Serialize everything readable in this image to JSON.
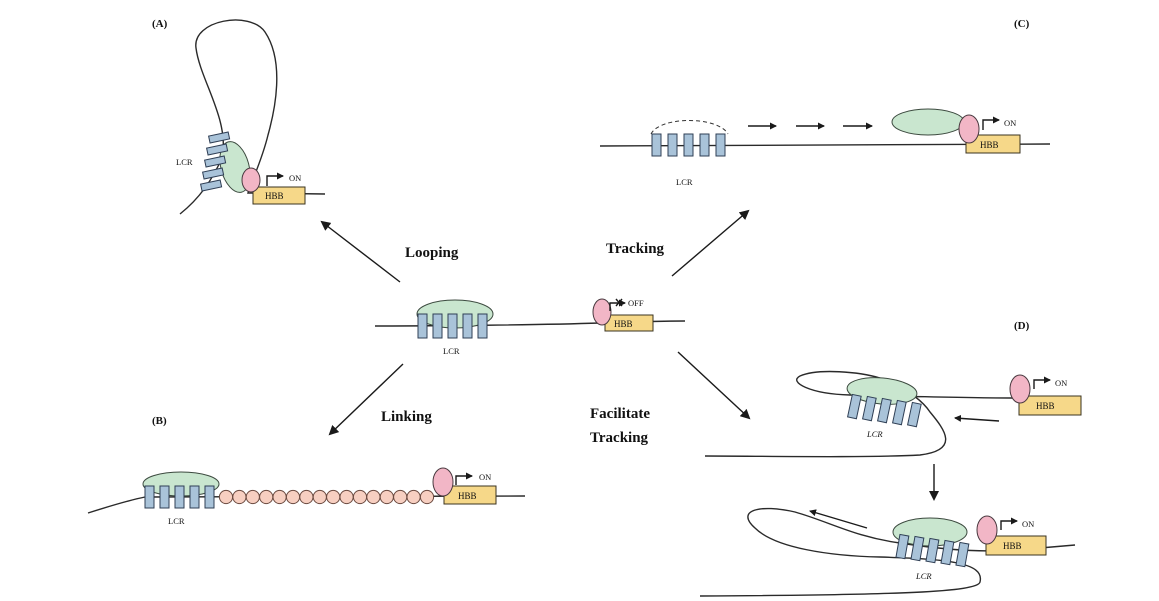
{
  "panels": {
    "a": {
      "label": "(A)",
      "lcr": "LCR",
      "gene": "HBB",
      "state": "ON"
    },
    "b": {
      "label": "(B)",
      "lcr": "LCR",
      "gene": "HBB",
      "state": "ON"
    },
    "c": {
      "label": "(C)",
      "lcr": "LCR",
      "gene": "HBB",
      "state": "ON"
    },
    "d": {
      "label": "(D)",
      "lcr_top": "LCR",
      "lcr_bottom": "LCR",
      "gene_top": "HBB",
      "gene_bottom": "HBB",
      "state_top": "ON",
      "state_bottom": "ON"
    },
    "center": {
      "lcr": "LCR",
      "gene": "HBB",
      "state": "OFF"
    }
  },
  "mechanisms": {
    "looping": "Looping",
    "tracking": "Tracking",
    "linking": "Linking",
    "facilitate_line1": "Facilitate",
    "facilitate_line2": "Tracking"
  },
  "colors": {
    "hs_site": "#a9c3d9",
    "lcr_complex": "#c9e6cf",
    "polymerase": "#f2b6c6",
    "gene_box": "#f6d889",
    "bead": "#f7cfc1"
  }
}
